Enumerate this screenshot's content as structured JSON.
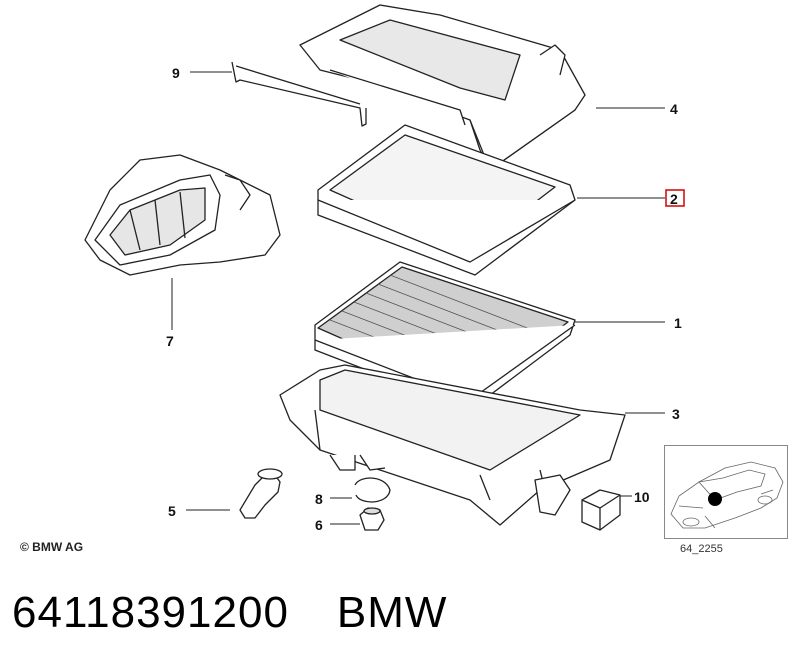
{
  "callouts": [
    {
      "id": "9",
      "label": "9"
    },
    {
      "id": "4",
      "label": "4"
    },
    {
      "id": "2",
      "label": "2",
      "highlighted": true
    },
    {
      "id": "7",
      "label": "7"
    },
    {
      "id": "1",
      "label": "1"
    },
    {
      "id": "3",
      "label": "3"
    },
    {
      "id": "5",
      "label": "5"
    },
    {
      "id": "8",
      "label": "8"
    },
    {
      "id": "6",
      "label": "6"
    },
    {
      "id": "10",
      "label": "10"
    }
  ],
  "copyright": "© BMW AG",
  "reference_code": "64_2255",
  "caption": {
    "part_number": "64118391200",
    "brand": "BMW"
  },
  "colors": {
    "highlight": "#d40000",
    "line": "#222222"
  },
  "icons": {
    "location_marker": "black-dot-icon",
    "vehicle": "car-outline-icon"
  }
}
